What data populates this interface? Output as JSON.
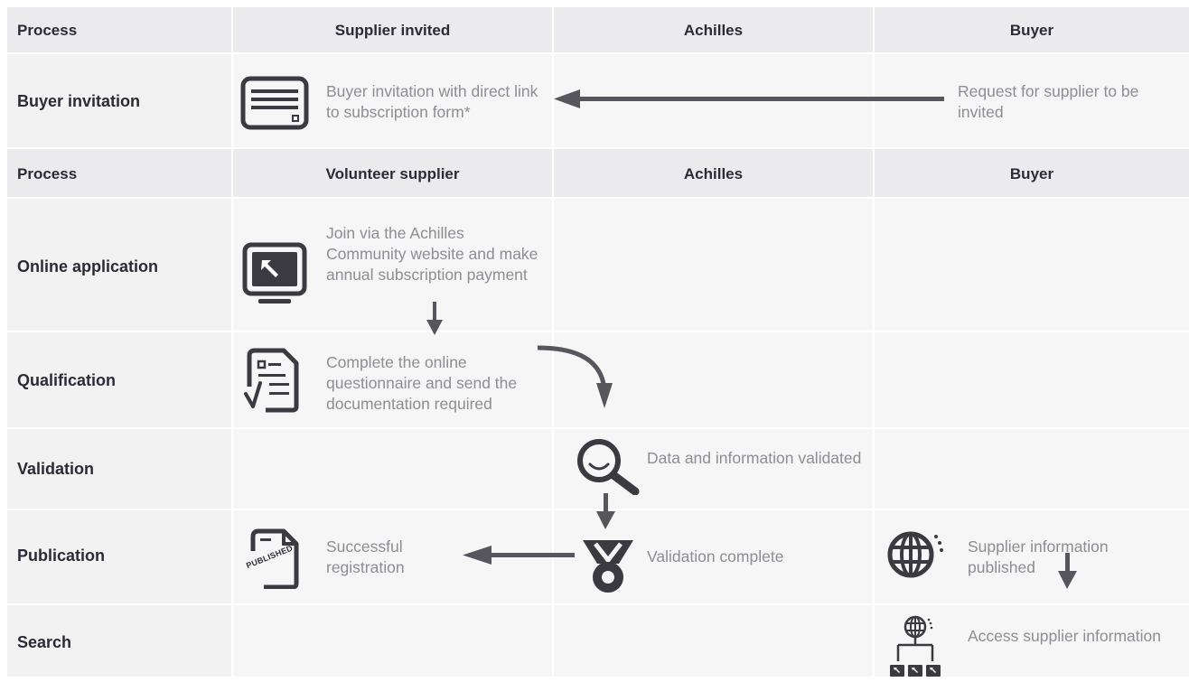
{
  "table1": {
    "header": {
      "process": "Process",
      "col1": "Supplier invited",
      "col2": "Achilles",
      "col3": "Buyer"
    },
    "row": {
      "label": "Buyer invitation",
      "supplier_text": "Buyer invitation with direct link to subscription form*",
      "buyer_text": "Request for supplier to be invited"
    }
  },
  "table2": {
    "header": {
      "process": "Process",
      "col1": "Volunteer supplier",
      "col2": "Achilles",
      "col3": "Buyer"
    },
    "rows": [
      {
        "label": "Online application"
      },
      {
        "label": "Qualification"
      },
      {
        "label": "Validation"
      },
      {
        "label": "Publication"
      },
      {
        "label": "Search"
      }
    ],
    "steps": {
      "online_application": "Join via the Achilles Community website and make annual subscription payment",
      "qualification": "Complete the online questionnaire and send the documentation required",
      "validation": "Data and information validated",
      "validation_complete": "Validation complete",
      "successful_registration": "Successful registration",
      "published": "Supplier information published",
      "access": "Access supplier information",
      "stamp": "PUBLISHED"
    }
  },
  "colors": {
    "header_bg": "#ebebed",
    "label_bg": "#f2f2f3",
    "cell_bg": "#f6f6f7",
    "arrow": "#56565c",
    "text": "#8d8d93",
    "heading": "#2b2b35"
  }
}
